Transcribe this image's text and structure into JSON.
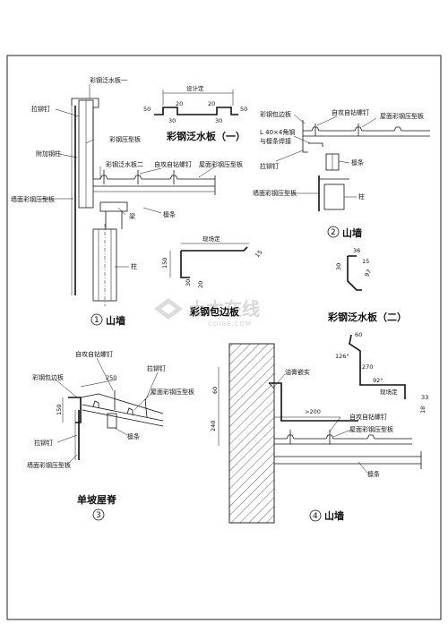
{
  "d1": {
    "labels": {
      "flash1": "彩钢泛水板一",
      "rivet": "拉铆钉",
      "colorpanel": "彩钢压型板",
      "addcol": "附加钢柱",
      "flash2": "彩钢泛水板二",
      "screw": "自攻自钻螺钉",
      "roofpanel": "屋面彩钢压型板",
      "wallpanel": "墙面彩钢压型板",
      "beam": "梁",
      "purlin": "檩条",
      "col": "柱"
    },
    "num": "1",
    "title": "山墙"
  },
  "fl1": {
    "dim_top": "设计定",
    "d20a": "20",
    "d20b": "20",
    "d30a": "30",
    "d30b": "30",
    "d50a": "50",
    "d50b": "50",
    "title": "彩钢泛水板（一）"
  },
  "d2": {
    "labels": {
      "edgeboard": "彩钢包边板",
      "screw": "自攻自钻螺钉",
      "roofpanel": "屋面彩钢压型板",
      "angle1": "L 40×4角钢",
      "angle2": "与檩条焊接",
      "rivet": "拉铆钉",
      "purlin": "檩条",
      "wallpanel": "墙面彩钢压型板",
      "col": "柱"
    },
    "num": "2",
    "title": "山墙"
  },
  "edge": {
    "dim_top": "现场定",
    "d150": "150",
    "d30": "30",
    "d20": "20",
    "d15": "15",
    "title": "彩钢包边板"
  },
  "fl2": {
    "d30": "30",
    "d36": "36",
    "d15": "15",
    "d97": "97",
    "title": "彩钢泛水板（二）"
  },
  "d3": {
    "labels": {
      "screw": "自攻自钻螺钉",
      "edgeboard": "彩钢包边板",
      "rivet1": "拉铆钉",
      "roofpanel": "屋面彩钢压型板",
      "purlin": "檩条",
      "rivet2": "拉铆钉",
      "wallpanel": "墙面彩钢压型板"
    },
    "d250": "250",
    "d150": "150",
    "num": "3",
    "title": "单坡屋脊"
  },
  "d4": {
    "labels": {
      "asphalt": "油膏嵌实",
      "screw": "自攻自钻螺钉",
      "roofpanel": "屋面彩钢压型板",
      "purlin": "檩条"
    },
    "d60": "60",
    "d240": "240",
    "d200": ">200",
    "num": "4",
    "title": "山墙"
  },
  "fl3": {
    "d60": "60",
    "a126": "126°",
    "d270": "270",
    "a92": "92°",
    "site": "现场定",
    "d33": "33",
    "d18": "18"
  },
  "watermark": {
    "cn": "土木在线",
    "en": "COI88.COM"
  }
}
